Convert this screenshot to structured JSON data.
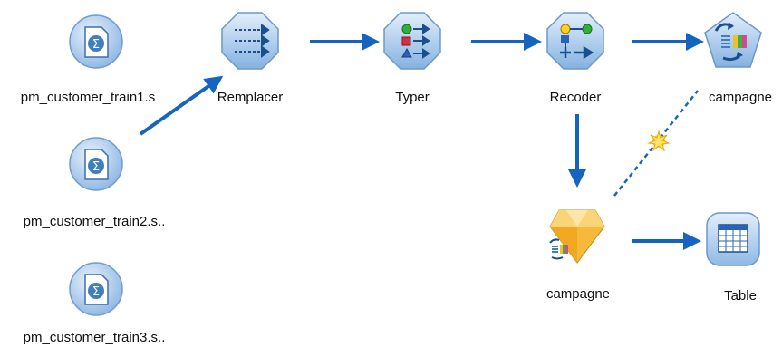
{
  "stream": {
    "nodes": {
      "source1": {
        "label": "pm_customer_train1.s",
        "icon": "source-file-icon"
      },
      "source2": {
        "label": "pm_customer_train2.s..",
        "icon": "source-file-icon"
      },
      "source3": {
        "label": "pm_customer_train3.s..",
        "icon": "source-file-icon"
      },
      "remplacer": {
        "label": "Remplacer",
        "icon": "replace-arrows-icon"
      },
      "typer": {
        "label": "Typer",
        "icon": "type-shapes-icon"
      },
      "recoder": {
        "label": "Recoder",
        "icon": "recode-icon"
      },
      "campagne_model": {
        "label": "campagne",
        "icon": "model-pentagon-icon"
      },
      "campagne_nugget": {
        "label": "campagne",
        "icon": "model-nugget-icon"
      },
      "table": {
        "label": "Table",
        "icon": "table-grid-icon"
      }
    },
    "colors": {
      "link": "#1565c0",
      "source_fill": "#a9c9ec",
      "process_fill": "#9ec4ea",
      "nugget_fill": "#f6b93b",
      "output_fill": "#b7d3f1"
    }
  }
}
